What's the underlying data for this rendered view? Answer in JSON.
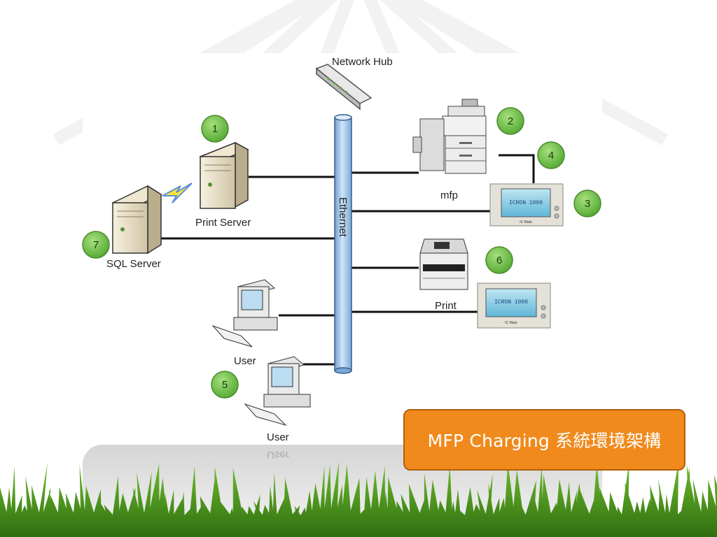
{
  "diagram": {
    "nodes": {
      "network_hub": "Network Hub",
      "ethernet": "Ethernet",
      "print_server": "Print Server",
      "sql_server": "SQL Server",
      "mfp": "mfp",
      "print": "Print",
      "user_top": "User",
      "user_bottom": "User"
    },
    "badges": {
      "b1": "1",
      "b2": "2",
      "b3": "3",
      "b4": "4",
      "b5": "5",
      "b6": "6",
      "b7": "7"
    },
    "terminal_screen": {
      "line1": "ICRON 1000",
      "brand": "IC Mate"
    }
  },
  "caption": "MFP Charging 系統環境架構",
  "colors": {
    "caption_bg": "#f08a1c",
    "badge_fill": "#6cc24a",
    "grass": "#4e9a1f",
    "ethernet_pipe": "#9fc6ea"
  }
}
